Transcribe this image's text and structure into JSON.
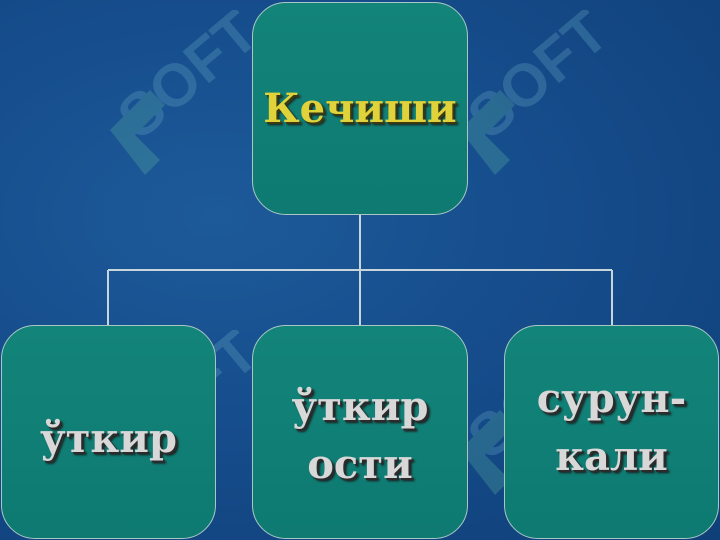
{
  "diagram": {
    "root": {
      "label": "Кечиши"
    },
    "children": [
      {
        "lines": [
          "ўткир"
        ]
      },
      {
        "lines": [
          "ўткир",
          "ости"
        ]
      },
      {
        "lines": [
          "сурун-",
          "кали"
        ]
      }
    ]
  },
  "colors": {
    "background": "#164d8c",
    "node_fill": "#0e7a72",
    "node_border": "#a9c8c4",
    "root_text": "#e0d23a",
    "child_text": "#d8d8d8",
    "connector": "#c8d6dc"
  }
}
